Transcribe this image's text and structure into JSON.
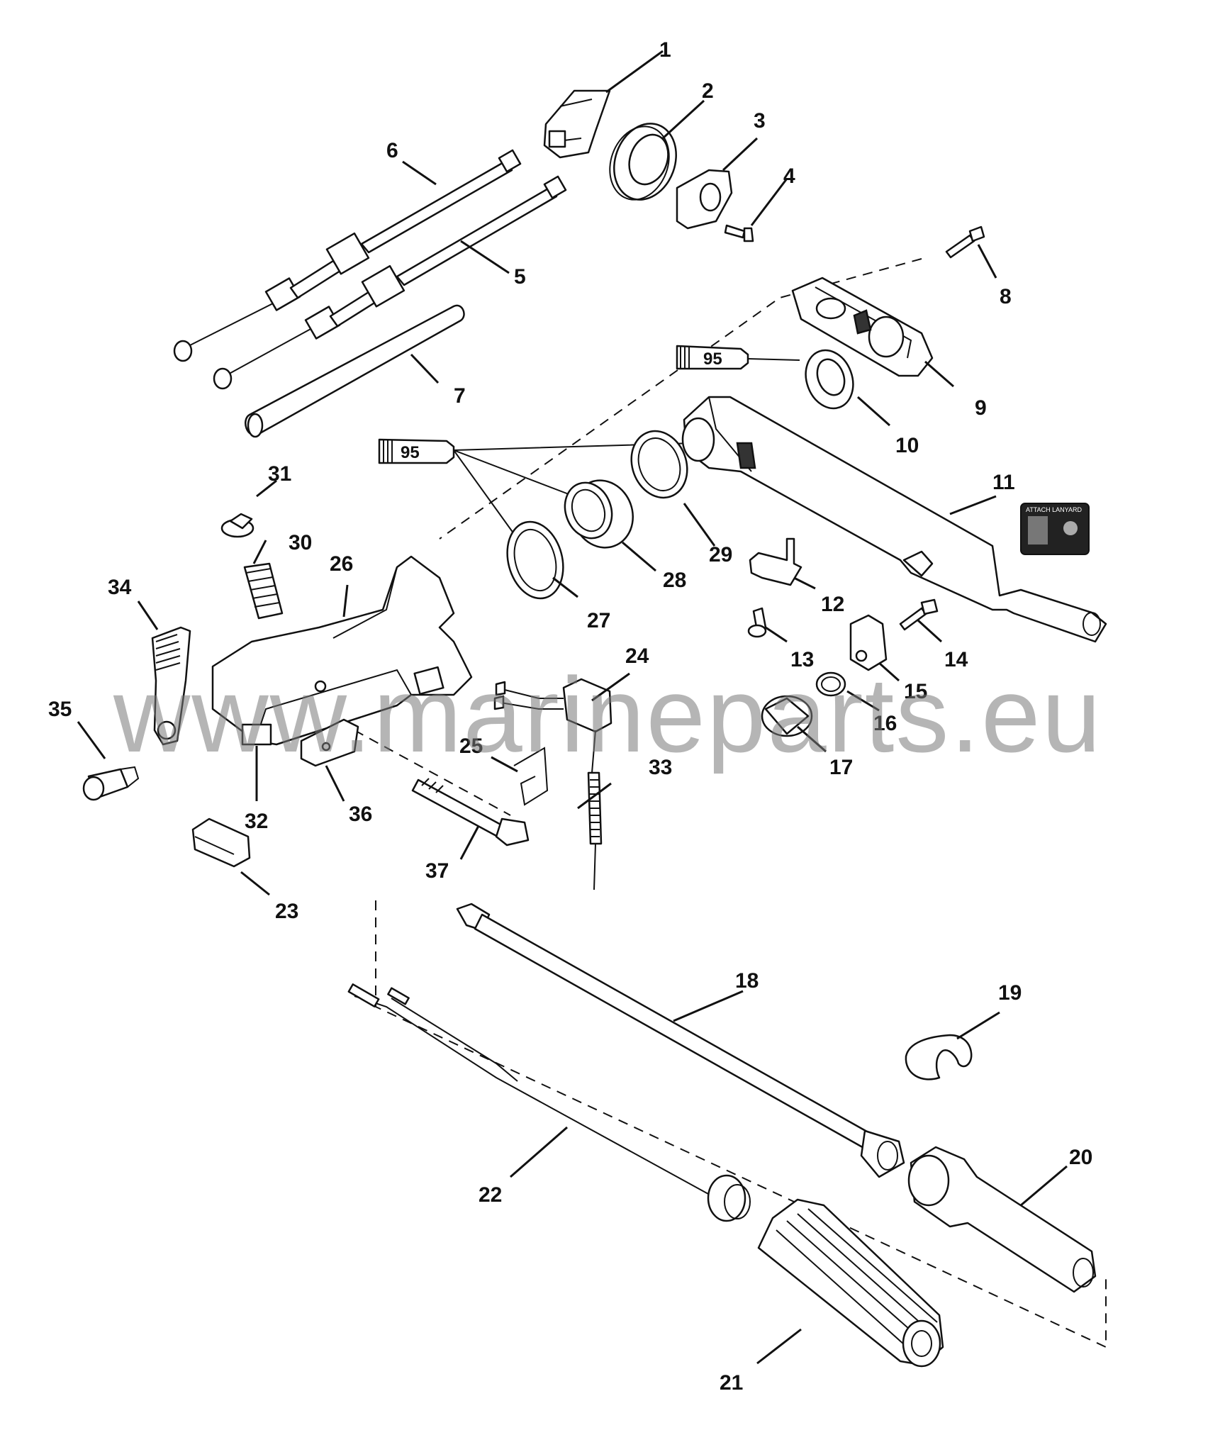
{
  "watermark": "www.marineparts.eu",
  "sealant": {
    "label_a": "95",
    "label_b": "95"
  },
  "decal": {
    "text": "ATTACH LANYARD"
  },
  "callouts": [
    "1",
    "2",
    "3",
    "4",
    "5",
    "6",
    "7",
    "8",
    "9",
    "10",
    "11",
    "12",
    "13",
    "14",
    "15",
    "16",
    "17",
    "18",
    "19",
    "20",
    "21",
    "22",
    "23",
    "24",
    "25",
    "26",
    "27",
    "28",
    "29",
    "30",
    "31",
    "32",
    "33",
    "34",
    "35",
    "36",
    "37"
  ]
}
